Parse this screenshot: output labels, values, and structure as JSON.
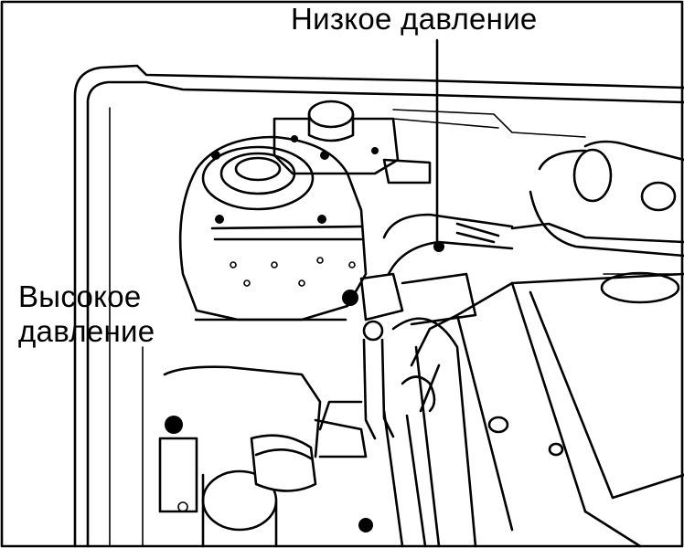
{
  "labels": {
    "low_pressure": "Низкое давление",
    "high_pressure_line1": "Высокое",
    "high_pressure_line2": "давление"
  }
}
